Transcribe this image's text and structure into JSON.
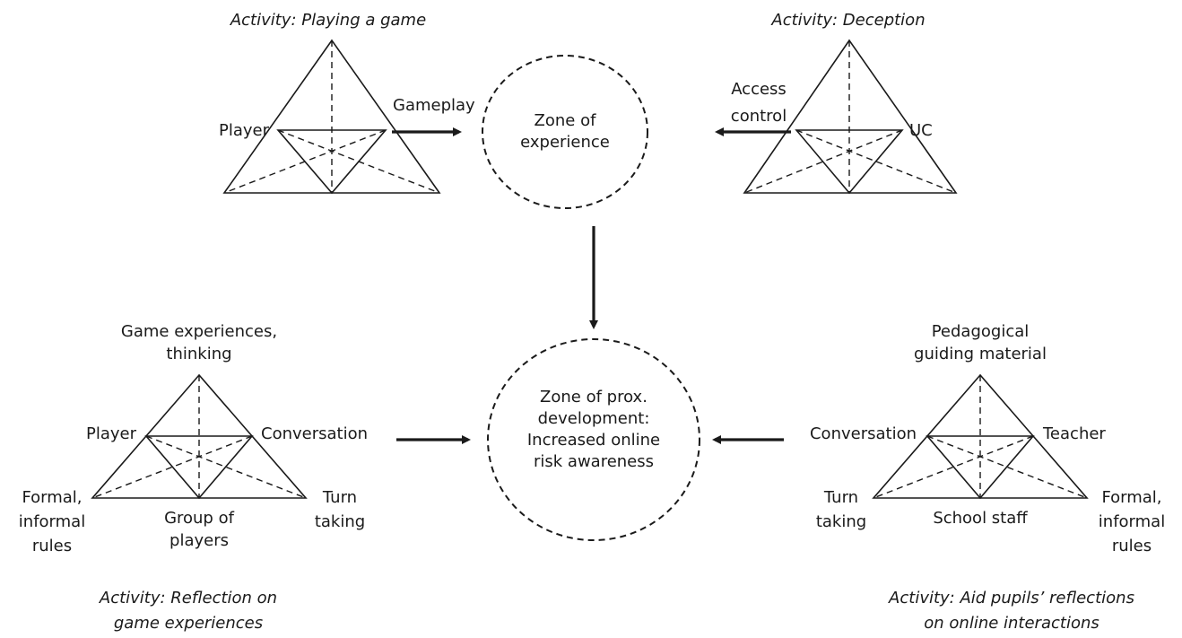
{
  "top_left": {
    "activity": "Activity: Playing a game",
    "node_left": "Player",
    "arrow_label": "Gameplay"
  },
  "top_right": {
    "activity": "Activity: Deception",
    "node_right": "UC",
    "arrow_label_1": "Access",
    "arrow_label_2": "control"
  },
  "zone_experience": {
    "line1": "Zone of",
    "line2": "experience"
  },
  "zone_prox": {
    "line1": "Zone of prox.",
    "line2": "development:",
    "line3": "Increased online",
    "line4": "risk awareness"
  },
  "bottom_left": {
    "top_1": "Game experiences,",
    "top_2": "thinking",
    "left": "Player",
    "right": "Conversation",
    "bottom_left_1": "Formal,",
    "bottom_left_2": "informal",
    "bottom_left_3": "rules",
    "bottom_1": "Group of",
    "bottom_2": "players",
    "bottom_right_1": "Turn",
    "bottom_right_2": "taking",
    "activity_1": "Activity: Reflection on",
    "activity_2": "game experiences"
  },
  "bottom_right": {
    "top_1": "Pedagogical",
    "top_2": "guiding material",
    "left": "Conversation",
    "right": "Teacher",
    "bottom_left_1": "Turn",
    "bottom_left_2": "taking",
    "bottom": "School staff",
    "bottom_right_1": "Formal,",
    "bottom_right_2": "informal",
    "bottom_right_3": "rules",
    "activity_1": "Activity: Aid pupils’ reflections",
    "activity_2": "on online interactions"
  }
}
